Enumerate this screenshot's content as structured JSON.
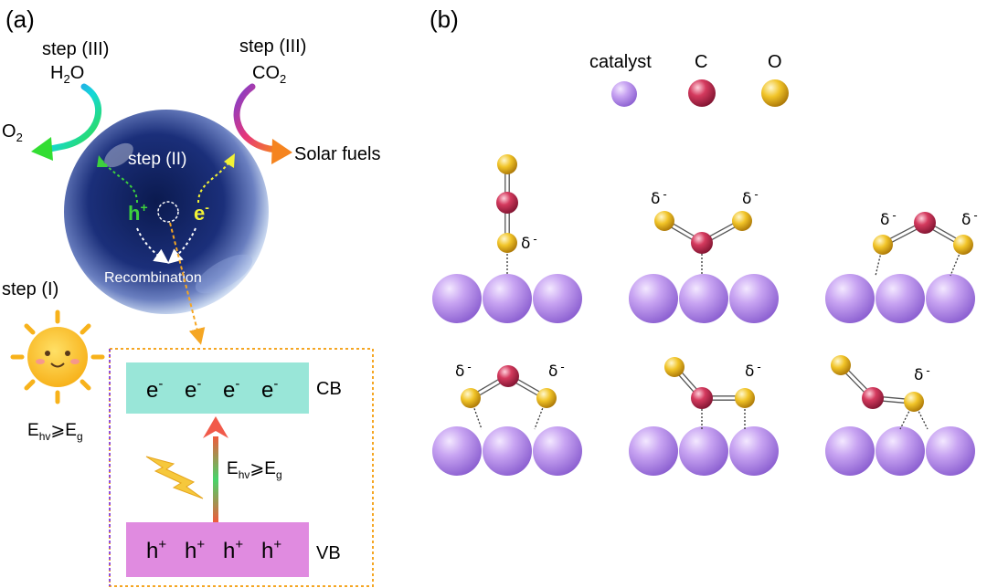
{
  "panel_a": {
    "panel_label": "(a)",
    "step3_left": "step (III)",
    "h2o_base": "H",
    "h2o_sub": "2",
    "h2o_tail": "O",
    "o2_base": "O",
    "o2_sub": "2",
    "step3_right": "step (III)",
    "co2_base": "CO",
    "co2_sub": "2",
    "solar_fuels": "Solar fuels",
    "step2": "step (II)",
    "hole_base": "h",
    "hole_sup": "+",
    "electron_base": "e",
    "electron_sup": "-",
    "recombination": "Recombination",
    "step1": "step (I)",
    "energy_E": "E",
    "energy_hv": "hv",
    "energy_geq": "⩾E",
    "energy_g": "g",
    "band": {
      "cb_label": "CB",
      "vb_label": "VB",
      "cb_electrons": [
        "e",
        "e",
        "e",
        "e"
      ],
      "electron_charge": "-",
      "vb_holes": [
        "h",
        "h",
        "h",
        "h"
      ],
      "hole_charge": "+",
      "arrow_E": "E",
      "arrow_hv": "hv",
      "arrow_geq": "⩾E",
      "arrow_g": "g"
    },
    "colors": {
      "cb": "#99e6d8",
      "vb": "#e08be0",
      "hole_green": "#3dd13d",
      "electron_yellow": "#f2f236",
      "sphere_dark": "#0d1d55",
      "arrow_red": "#f15a4a",
      "frame_orange": "#f5a623",
      "frame_purple": "#8f4fd8"
    }
  },
  "panel_b": {
    "panel_label": "(b)",
    "legend": [
      {
        "label": "catalyst",
        "color": "#c9a6ef"
      },
      {
        "label": "C",
        "color": "#c0304f"
      },
      {
        "label": "O",
        "color": "#eec12a"
      }
    ],
    "partial_charge": "δ",
    "charge_sign": "-"
  }
}
